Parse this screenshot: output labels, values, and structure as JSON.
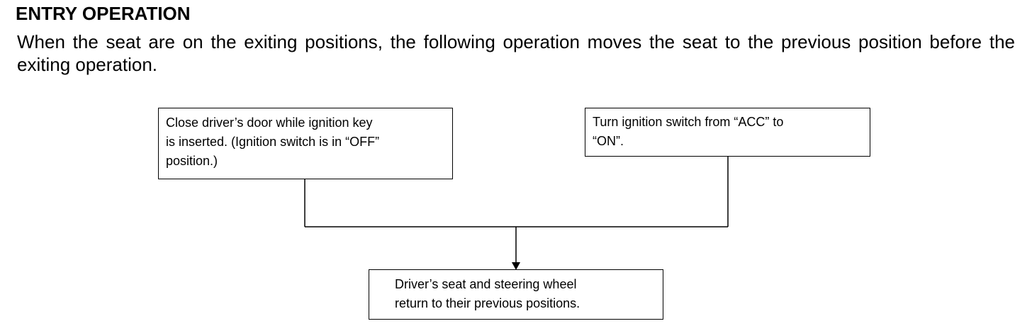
{
  "heading": "ENTRY OPERATION",
  "intro": "When the seat are on the exiting positions, the following operation moves the seat to the previous position before the exiting operation.",
  "flowchart": {
    "box_a": "Close driver’s door while ignition key\nis inserted. (Ignition switch is in “OFF”\nposition.)",
    "box_b": "Turn ignition switch from “ACC” to\n“ON”.",
    "box_c": "Driver’s seat and steering wheel\nreturn to their previous positions."
  }
}
